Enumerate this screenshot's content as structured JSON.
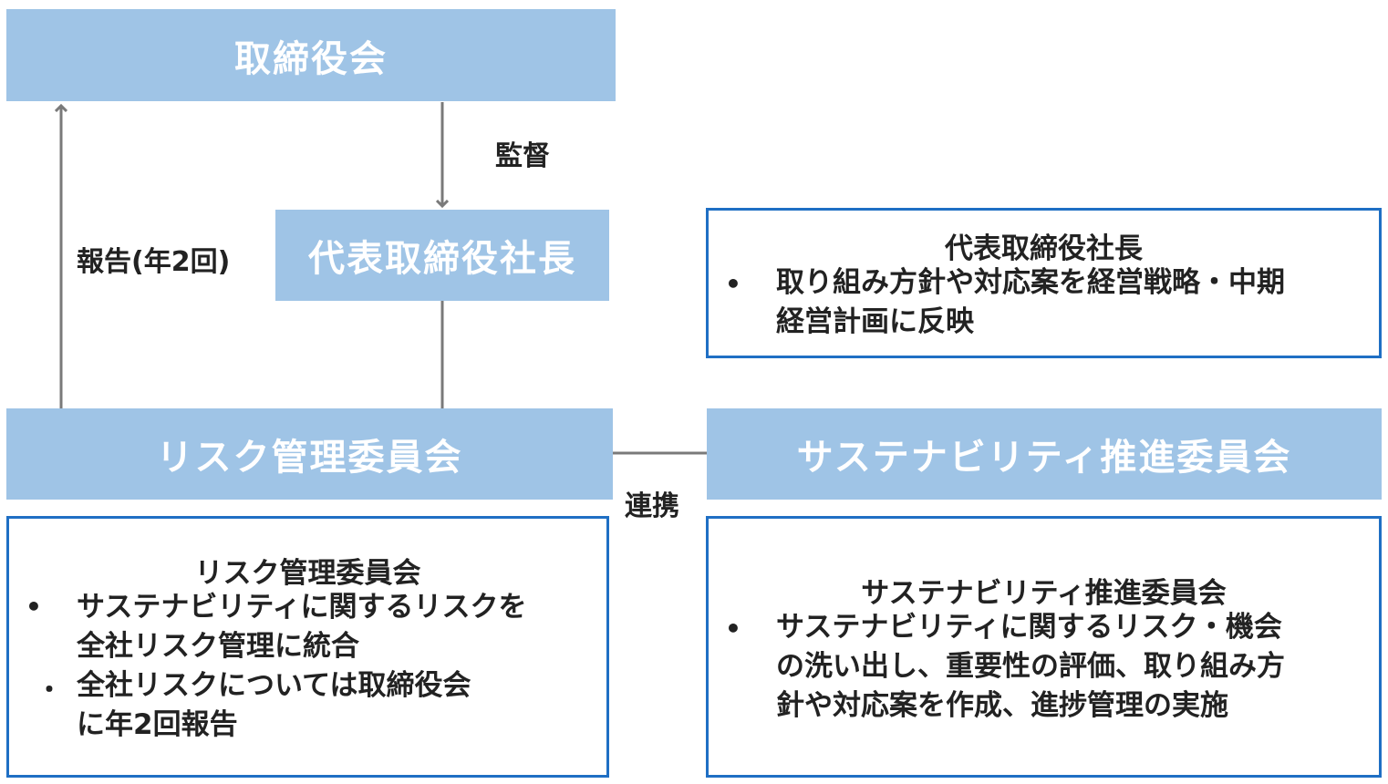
{
  "nodes": {
    "board": "取締役会",
    "president": "代表取締役社長",
    "risk_committee": "リスク管理委員会",
    "sustainability_committee": "サステナビリティ推進委員会"
  },
  "edges": {
    "supervision": "監督",
    "report": "報告(年2回)",
    "cooperation": "連携"
  },
  "president_box": {
    "title": "代表取締役社長",
    "bullets": [
      "取り組み方針や対応案を経営戦略・中期\n経営計画に反映"
    ]
  },
  "risk_box": {
    "title": "リスク管理委員会",
    "bullets": [
      "サステナビリティに関するリスクを\n全社リスク管理に統合",
      "全社リスクについては取締役会\nに年2回報告"
    ]
  },
  "sustainability_box": {
    "title": "サステナビリティ推進委員会",
    "bullets": [
      "サステナビリティに関するリスク・機会\nの洗い出し、重要性の評価、取り組み方\n針や対応案を作成、進捗管理の実施"
    ]
  }
}
